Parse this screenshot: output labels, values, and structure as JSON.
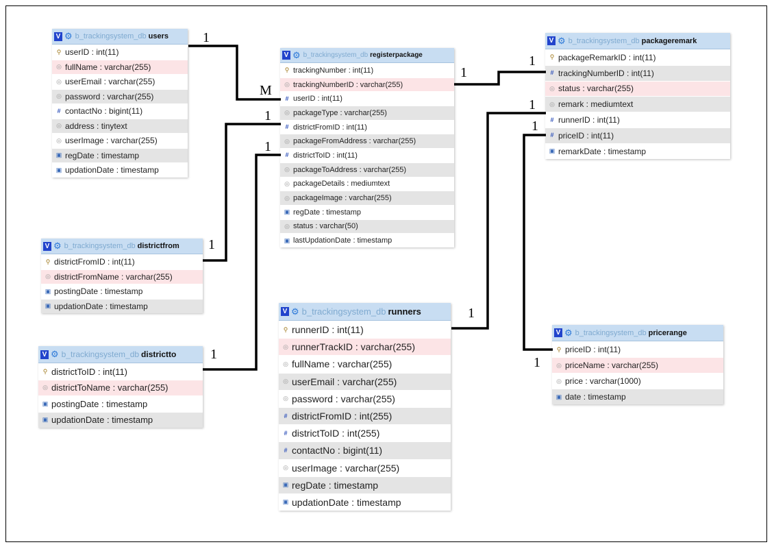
{
  "db_name": "b_trackingsystem_db",
  "cardinality_one": "1",
  "cardinality_many": "M",
  "tables": [
    {
      "id": "users",
      "name": "users",
      "fontSize": 12,
      "rowH": 21.5,
      "columns": [
        {
          "label": "userID : int(11)",
          "icon": "key-icon",
          "bg": "white"
        },
        {
          "label": "fullName : varchar(255)",
          "icon": "text-icon",
          "bg": "pink"
        },
        {
          "label": "userEmail : varchar(255)",
          "icon": "text-icon",
          "bg": "white"
        },
        {
          "label": "password : varchar(255)",
          "icon": "text-icon",
          "bg": "gray"
        },
        {
          "label": "contactNo : bigint(11)",
          "icon": "int-icon",
          "bg": "white"
        },
        {
          "label": "address : tinytext",
          "icon": "text-icon",
          "bg": "gray"
        },
        {
          "label": "userImage : varchar(255)",
          "icon": "text-icon",
          "bg": "white"
        },
        {
          "label": "regDate : timestamp",
          "icon": "date-icon",
          "bg": "gray"
        },
        {
          "label": "updationDate : timestamp",
          "icon": "date-icon",
          "bg": "white"
        }
      ]
    },
    {
      "id": "registerpackage",
      "name": "registerpackage",
      "fontSize": 11,
      "rowH": 20.7,
      "columns": [
        {
          "label": "trackingNumber : int(11)",
          "icon": "key-icon",
          "bg": "white"
        },
        {
          "label": "trackingNumberID : varchar(255)",
          "icon": "text-icon",
          "bg": "pink"
        },
        {
          "label": "userID : int(11)",
          "icon": "int-icon",
          "bg": "white"
        },
        {
          "label": "packageType : varchar(255)",
          "icon": "text-icon",
          "bg": "gray"
        },
        {
          "label": "districtFromID : int(11)",
          "icon": "int-icon",
          "bg": "white"
        },
        {
          "label": "packageFromAddress : varchar(255)",
          "icon": "text-icon",
          "bg": "gray"
        },
        {
          "label": "districtToID : int(11)",
          "icon": "int-icon",
          "bg": "white"
        },
        {
          "label": "packageToAddress : varchar(255)",
          "icon": "text-icon",
          "bg": "gray"
        },
        {
          "label": "packageDetails : mediumtext",
          "icon": "text-icon",
          "bg": "white"
        },
        {
          "label": "packageImage : varchar(255)",
          "icon": "text-icon",
          "bg": "gray"
        },
        {
          "label": "regDate : timestamp",
          "icon": "date-icon",
          "bg": "white"
        },
        {
          "label": "status : varchar(50)",
          "icon": "text-icon",
          "bg": "gray"
        },
        {
          "label": "lastUpdationDate : timestamp",
          "icon": "date-icon",
          "bg": "white"
        }
      ]
    },
    {
      "id": "packageremark",
      "name": "packageremark",
      "fontSize": 12,
      "rowH": 22.8,
      "columns": [
        {
          "label": "packageRemarkID : int(11)",
          "icon": "key-icon",
          "bg": "white"
        },
        {
          "label": "trackingNumberID : int(11)",
          "icon": "int-icon",
          "bg": "gray"
        },
        {
          "label": "status : varchar(255)",
          "icon": "text-icon",
          "bg": "pink"
        },
        {
          "label": "remark : mediumtext",
          "icon": "text-icon",
          "bg": "gray"
        },
        {
          "label": "runnerID : int(11)",
          "icon": "int-icon",
          "bg": "white"
        },
        {
          "label": "priceID : int(11)",
          "icon": "int-icon",
          "bg": "gray"
        },
        {
          "label": "remarkDate : timestamp",
          "icon": "date-icon",
          "bg": "white"
        }
      ]
    },
    {
      "id": "districtfrom",
      "name": "districtfrom",
      "fontSize": 12,
      "rowH": 21.5,
      "columns": [
        {
          "label": "districtFromID : int(11)",
          "icon": "key-icon",
          "bg": "white"
        },
        {
          "label": "districtFromName : varchar(255)",
          "icon": "text-icon",
          "bg": "pink"
        },
        {
          "label": "postingDate : timestamp",
          "icon": "date-icon",
          "bg": "white"
        },
        {
          "label": "updationDate : timestamp",
          "icon": "date-icon",
          "bg": "gray"
        }
      ]
    },
    {
      "id": "districtto",
      "name": "districtto",
      "fontSize": 13,
      "rowH": 23.5,
      "columns": [
        {
          "label": "districtToID : int(11)",
          "icon": "key-icon",
          "bg": "white"
        },
        {
          "label": "districtToName : varchar(255)",
          "icon": "text-icon",
          "bg": "pink"
        },
        {
          "label": "postingDate : timestamp",
          "icon": "date-icon",
          "bg": "white"
        },
        {
          "label": "updationDate : timestamp",
          "icon": "date-icon",
          "bg": "gray"
        }
      ]
    },
    {
      "id": "runners",
      "name": "runners",
      "fontSize": 14,
      "rowH": 25.2,
      "columns": [
        {
          "label": "runnerID : int(11)",
          "icon": "key-icon",
          "bg": "white"
        },
        {
          "label": "runnerTrackID : varchar(255)",
          "icon": "text-icon",
          "bg": "pink"
        },
        {
          "label": "fullName : varchar(255)",
          "icon": "text-icon",
          "bg": "white"
        },
        {
          "label": "userEmail : varchar(255)",
          "icon": "text-icon",
          "bg": "gray"
        },
        {
          "label": "password : varchar(255)",
          "icon": "text-icon",
          "bg": "white"
        },
        {
          "label": "districtFromID : int(255)",
          "icon": "int-icon",
          "bg": "gray"
        },
        {
          "label": "districtToID : int(255)",
          "icon": "int-icon",
          "bg": "white"
        },
        {
          "label": "contactNo : bigint(11)",
          "icon": "int-icon",
          "bg": "gray"
        },
        {
          "label": "userImage : varchar(255)",
          "icon": "text-icon",
          "bg": "white"
        },
        {
          "label": "regDate : timestamp",
          "icon": "date-icon",
          "bg": "gray"
        },
        {
          "label": "updationDate : timestamp",
          "icon": "date-icon",
          "bg": "white"
        }
      ]
    },
    {
      "id": "pricerange",
      "name": "pricerange",
      "fontSize": 12,
      "rowH": 23,
      "columns": [
        {
          "label": "priceID : int(11)",
          "icon": "key-icon",
          "bg": "white"
        },
        {
          "label": "priceName : varchar(255)",
          "icon": "text-icon",
          "bg": "pink"
        },
        {
          "label": "price : varchar(1000)",
          "icon": "text-icon",
          "bg": "white"
        },
        {
          "label": "date : timestamp",
          "icon": "date-icon",
          "bg": "gray"
        }
      ]
    }
  ],
  "relationships": [
    {
      "from": "users.userID",
      "to": "registerpackage.userID",
      "from_card": "1",
      "to_card": "M"
    },
    {
      "from": "districtfrom.districtFromID",
      "to": "registerpackage.districtFromID",
      "from_card": "1",
      "to_card": "1"
    },
    {
      "from": "districtto.districtToID",
      "to": "registerpackage.districtToID",
      "from_card": "1",
      "to_card": "1"
    },
    {
      "from": "registerpackage.trackingNumberID",
      "to": "packageremark.trackingNumberID",
      "from_card": "1",
      "to_card": "1"
    },
    {
      "from": "runners.runnerID",
      "to": "packageremark.runnerID",
      "from_card": "1",
      "to_card": "1"
    },
    {
      "from": "pricerange.priceID",
      "to": "packageremark.priceID",
      "from_card": "1",
      "to_card": "1"
    }
  ],
  "colors": {
    "header_bg": "#c8ddf2",
    "row_gray": "#e4e4e4",
    "row_pink": "#fce4e6",
    "line": "#000000"
  }
}
